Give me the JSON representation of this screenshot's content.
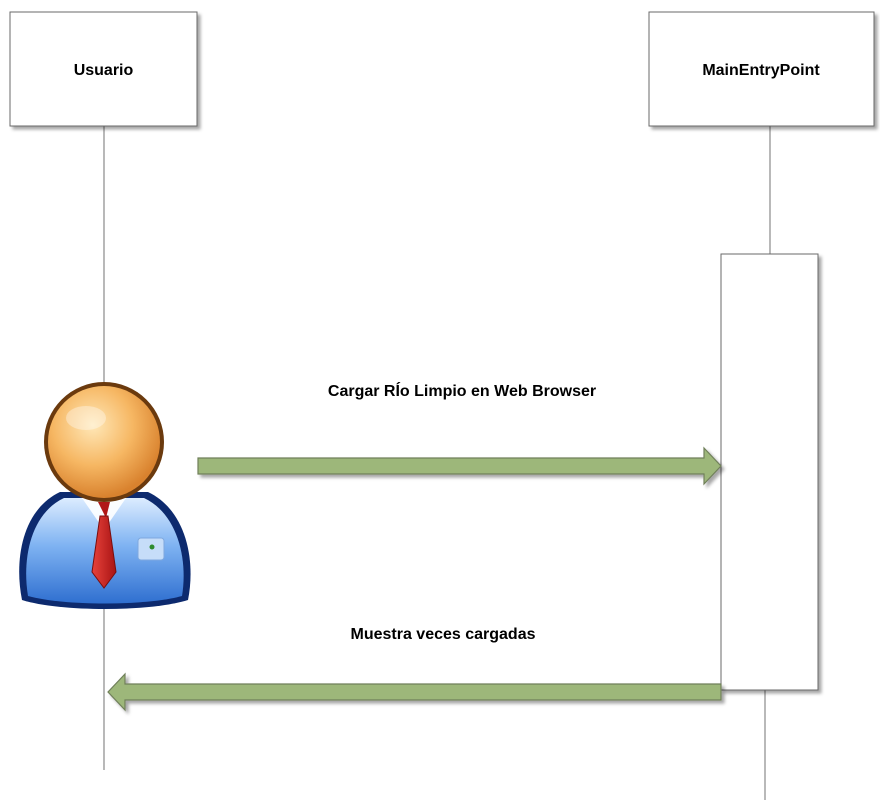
{
  "diagram": {
    "participants": [
      {
        "id": "usuario",
        "label": "Usuario"
      },
      {
        "id": "main",
        "label": "MainEntryPoint"
      }
    ],
    "messages": [
      {
        "from": "usuario",
        "to": "main",
        "label": "Cargar RÍo Limpio en Web Browser"
      },
      {
        "from": "main",
        "to": "usuario",
        "label": "Muestra veces cargadas"
      }
    ],
    "colors": {
      "arrow_fill": "#9db77a",
      "arrow_stroke": "#6f7f5a",
      "box_stroke": "#6a6a6a",
      "lifeline": "#8a8a8a"
    },
    "icons": {
      "actor": "user-actor-icon"
    }
  }
}
